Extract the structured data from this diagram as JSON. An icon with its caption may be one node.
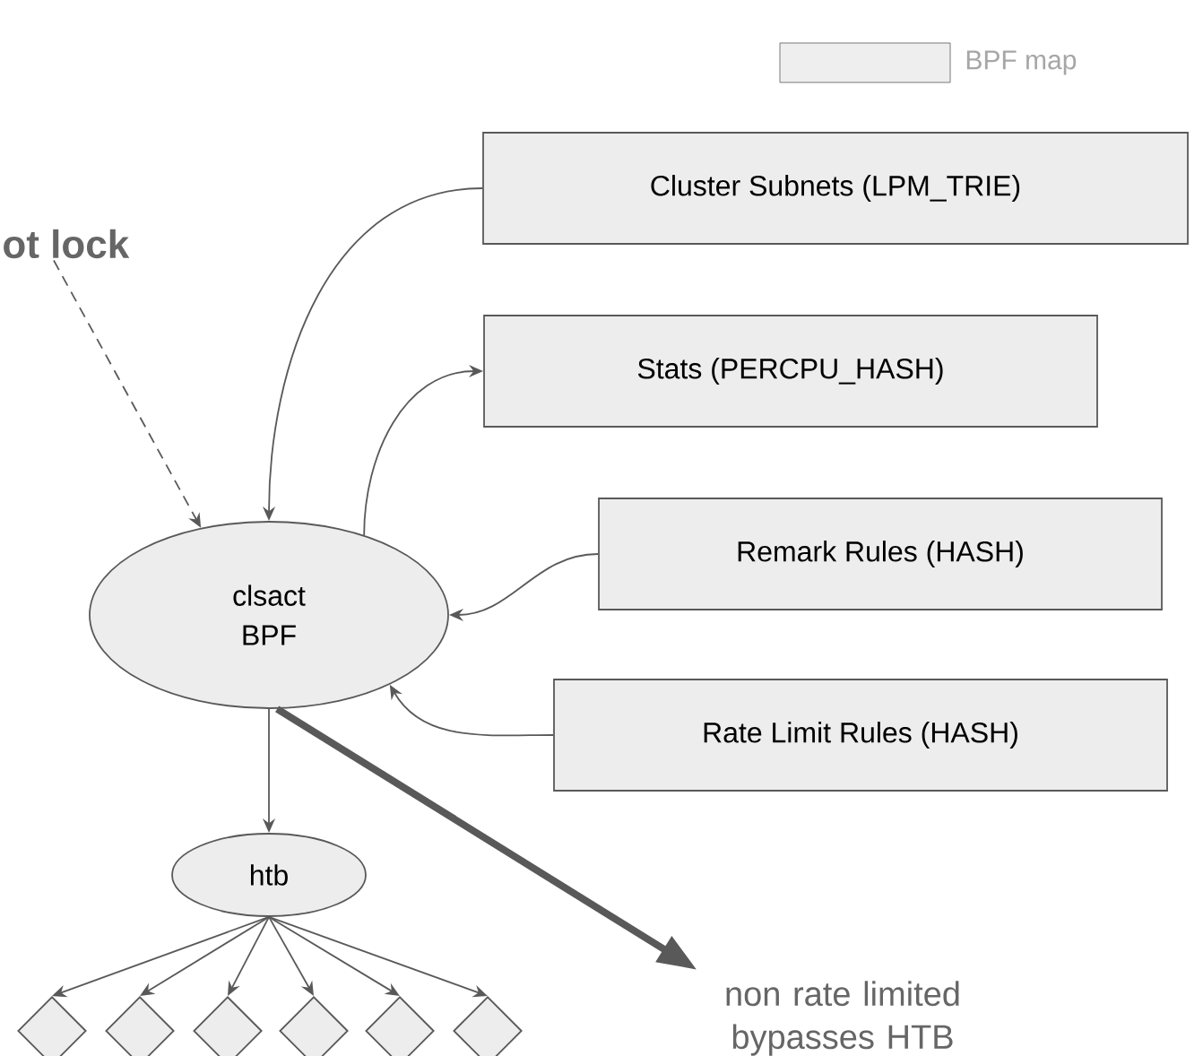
{
  "diagram": {
    "nodes": [
      {
        "text": [
          "ot lock"
        ]
      },
      {
        "text": [
          "Cluster Subnets (LPM_TRIE)"
        ]
      },
      {
        "text": [
          "Stats (PERCPU_HASH)"
        ]
      },
      {
        "text": [
          "Remark Rules (HASH)"
        ]
      },
      {
        "text": [
          "Rate Limit Rules (HASH)"
        ]
      },
      {
        "text": [
          "clsact BPF"
        ]
      },
      {
        "text": [
          "htb"
        ]
      },
      {
        "text": [],
        "shape": "diamond"
      },
      {
        "text": [],
        "shape": "diamond"
      },
      {
        "text": [],
        "shape": "diamond"
      },
      {
        "text": [],
        "shape": "diamond"
      },
      {
        "text": [],
        "shape": "diamond"
      },
      {
        "text": [],
        "shape": "diamond"
      },
      {
        "text": [
          "non rate limited bypasses HTB"
        ]
      }
    ],
    "edges": [
      {
        "from": 0,
        "to": 5,
        "arrow": "to",
        "style": "dashed"
      },
      {
        "from": 1,
        "to": 5,
        "arrow": "to"
      },
      {
        "from": 5,
        "to": 2,
        "arrow": "to"
      },
      {
        "from": 3,
        "to": 5,
        "arrow": "to"
      },
      {
        "from": 4,
        "to": 5,
        "arrow": "to"
      },
      {
        "from": 5,
        "to": 6,
        "arrow": "to"
      },
      {
        "from": 5,
        "to": 13,
        "arrow": "to",
        "style": "thick"
      },
      {
        "from": 6,
        "to": 7,
        "arrow": "to"
      },
      {
        "from": 6,
        "to": 8,
        "arrow": "to"
      },
      {
        "from": 6,
        "to": 9,
        "arrow": "to"
      },
      {
        "from": 6,
        "to": 10,
        "arrow": "to"
      },
      {
        "from": 6,
        "to": 11,
        "arrow": "to"
      },
      {
        "from": 6,
        "to": 12,
        "arrow": "to"
      }
    ],
    "legend": [
      {
        "text": "BPF map",
        "color": "#eeeeee"
      }
    ]
  }
}
